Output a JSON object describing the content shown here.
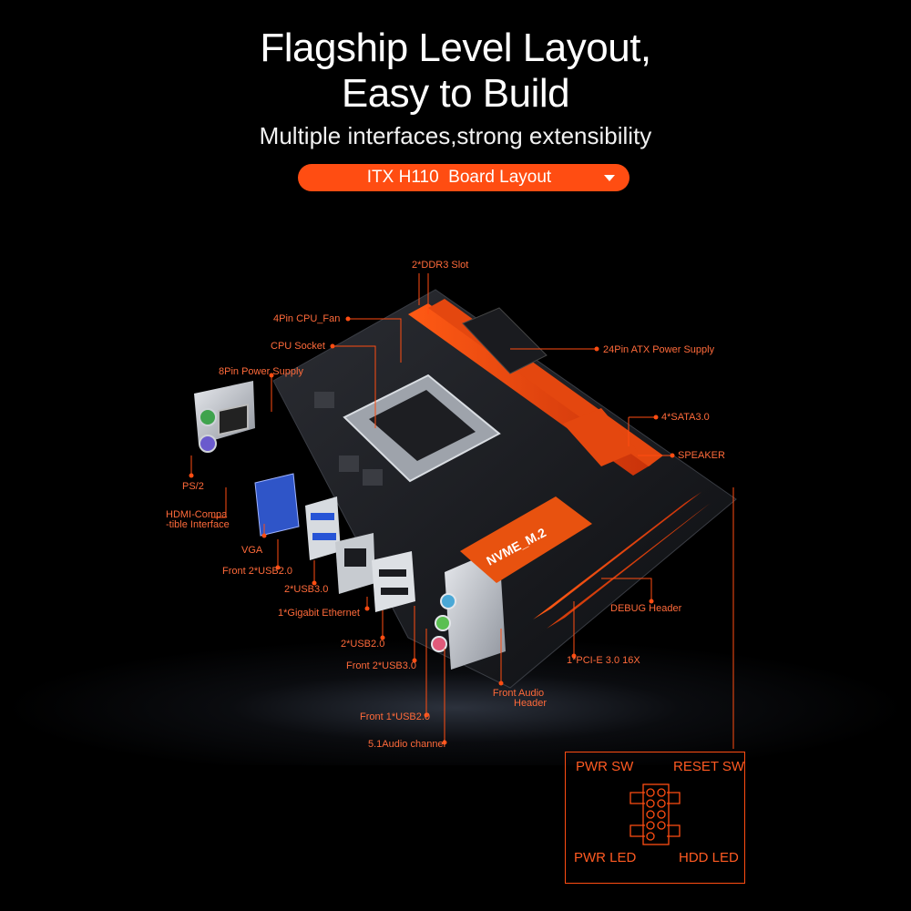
{
  "header": {
    "title_line1": "Flagship Level Layout,",
    "title_line2": "Easy to Build",
    "subtitle": "Multiple interfaces,strong extensibility",
    "selector_label": "ITX H110  Board Layout"
  },
  "board": {
    "chip_label": "NVME_M.2",
    "labels": {
      "ddr3": "2*DDR3 Slot",
      "cpu_fan": "4Pin CPU_Fan",
      "cpu_socket": "CPU Socket",
      "power8": "8Pin Power Supply",
      "atx24": "24Pin ATX  Power Supply",
      "sata": "4*SATA3.0",
      "speaker": "SPEAKER",
      "ps2": "PS/2",
      "hdmi_line1": "HDMI-Compa",
      "hdmi_line2": "-tible Interface",
      "vga": "VGA",
      "front_usb2": "Front 2*USB2.0",
      "usb3": "2*USB3.0",
      "ethernet": "1*Gigabit Ethernet",
      "usb2": "2*USB2.0",
      "front_usb3": "Front 2*USB3.0",
      "front_usb2_single": "Front 1*USB2.0",
      "audio_channel": "5.1Audio channel",
      "front_audio_line1": "Front Audio",
      "front_audio_line2": "Header",
      "debug": "DEBUG Header",
      "pcie": "1*PCI-E 3.0 16X"
    }
  },
  "panel": {
    "pwr_sw": "PWR SW",
    "reset_sw": "RESET SW",
    "pwr_led": "PWR LED",
    "hdd_led": "HDD  LED"
  },
  "colors": {
    "accent": "#ff4d12",
    "label": "#ff6a3a",
    "background": "#000000"
  }
}
